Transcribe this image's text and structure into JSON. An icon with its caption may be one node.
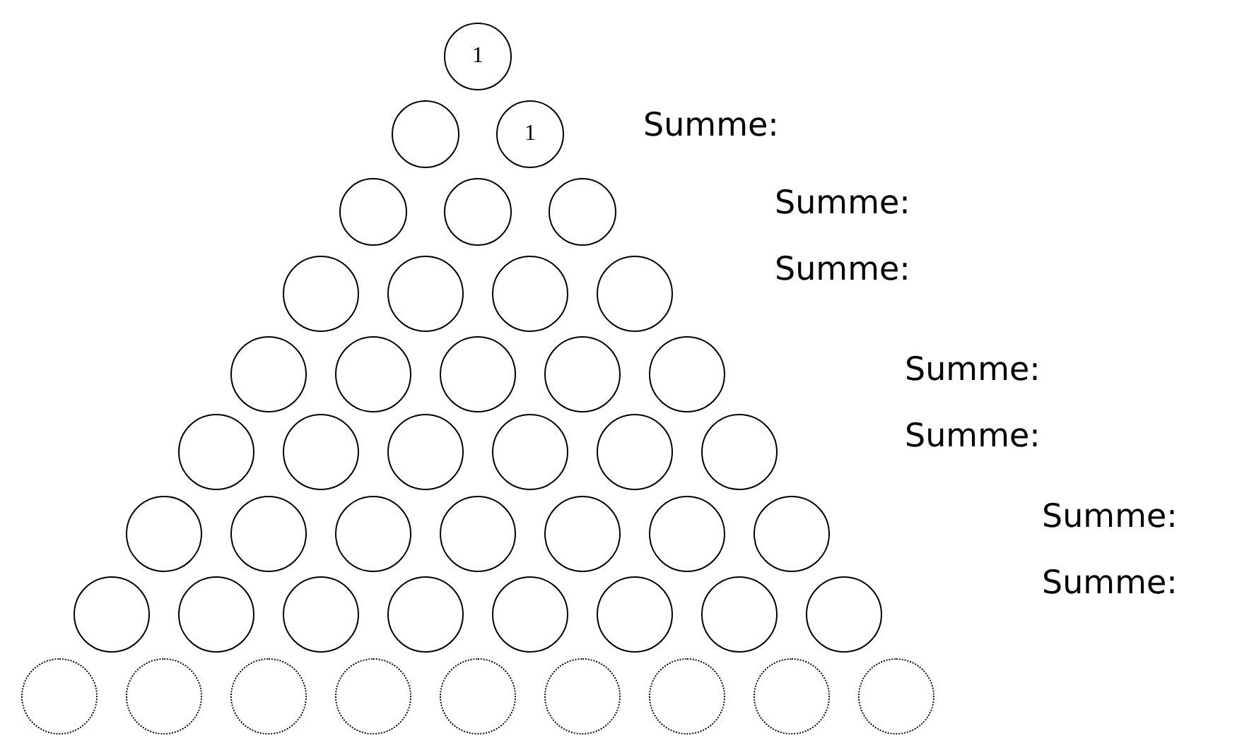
{
  "diagram": {
    "nodes": [
      {
        "text": [
          "1"
        ]
      },
      {
        "text": [],
        "shape": "circle"
      },
      {
        "text": [
          "1"
        ]
      },
      {
        "text": [],
        "shape": "circle"
      },
      {
        "text": [],
        "shape": "circle"
      },
      {
        "text": [],
        "shape": "circle"
      },
      {
        "text": [],
        "shape": "circle"
      },
      {
        "text": [],
        "shape": "circle"
      },
      {
        "text": [],
        "shape": "circle"
      },
      {
        "text": [],
        "shape": "circle"
      },
      {
        "text": [],
        "shape": "circle"
      },
      {
        "text": [],
        "shape": "circle"
      },
      {
        "text": [],
        "shape": "circle"
      },
      {
        "text": [],
        "shape": "circle"
      },
      {
        "text": [],
        "shape": "circle"
      },
      {
        "text": [],
        "shape": "circle"
      },
      {
        "text": [],
        "shape": "circle"
      },
      {
        "text": [],
        "shape": "circle"
      },
      {
        "text": [],
        "shape": "circle"
      },
      {
        "text": [],
        "shape": "circle"
      },
      {
        "text": [],
        "shape": "circle"
      },
      {
        "text": [],
        "shape": "circle"
      },
      {
        "text": [],
        "shape": "circle"
      },
      {
        "text": [],
        "shape": "circle"
      },
      {
        "text": [],
        "shape": "circle"
      },
      {
        "text": [],
        "shape": "circle"
      },
      {
        "text": [],
        "shape": "circle"
      },
      {
        "text": [],
        "shape": "circle"
      },
      {
        "text": [],
        "shape": "circle"
      },
      {
        "text": [],
        "shape": "circle"
      },
      {
        "text": [],
        "shape": "circle"
      },
      {
        "text": [],
        "shape": "circle"
      },
      {
        "text": [],
        "shape": "circle"
      },
      {
        "text": [],
        "shape": "circle"
      },
      {
        "text": [],
        "shape": "circle"
      },
      {
        "text": [],
        "shape": "circle"
      },
      {
        "text": [],
        "shape": "circle"
      },
      {
        "text": [],
        "shape": "circle"
      },
      {
        "text": [],
        "shape": "circle"
      },
      {
        "text": [],
        "shape": "circle"
      },
      {
        "text": [],
        "shape": "circle"
      },
      {
        "text": [],
        "shape": "circle"
      },
      {
        "text": [],
        "shape": "circle"
      },
      {
        "text": [],
        "shape": "circle"
      },
      {
        "text": [],
        "shape": "circle"
      }
    ],
    "labels": [
      "Summe:",
      "Summe:",
      "Summe:",
      "Summe:",
      "Summe:",
      "Summe:",
      "Summe:"
    ]
  }
}
